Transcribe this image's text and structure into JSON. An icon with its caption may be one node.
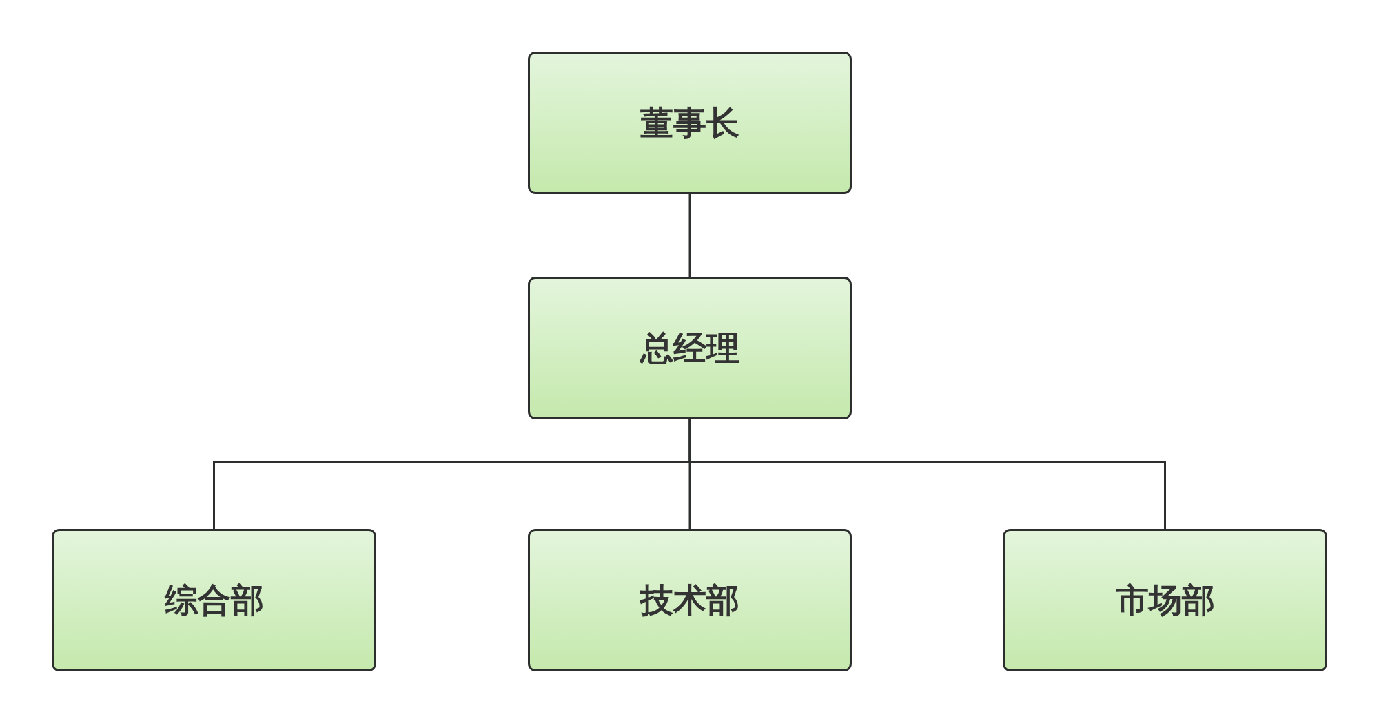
{
  "diagram": {
    "nodes": [
      {
        "text": [
          "董事长"
        ]
      },
      {
        "text": [
          "总经理"
        ]
      },
      {
        "text": [
          "综合部"
        ]
      },
      {
        "text": [
          "技术部"
        ]
      },
      {
        "text": [
          "市场部"
        ]
      }
    ],
    "edges": [
      {
        "from": 0,
        "to": 1,
        "arrow": "none"
      },
      {
        "from": 1,
        "to": 2,
        "arrow": "none"
      },
      {
        "from": 1,
        "to": 3,
        "arrow": "none"
      },
      {
        "from": 1,
        "to": 4,
        "arrow": "none"
      }
    ]
  }
}
